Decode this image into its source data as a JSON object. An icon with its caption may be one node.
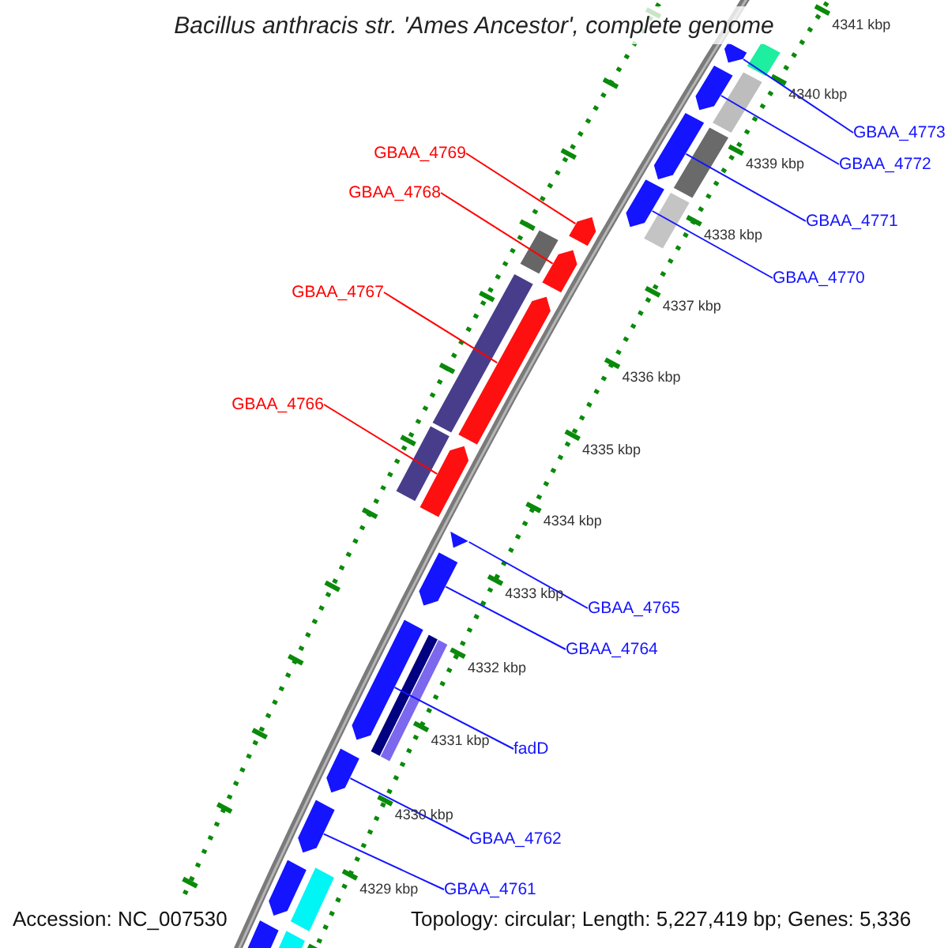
{
  "diagram": {
    "title": "Bacillus anthracis str. 'Ames Ancestor', complete genome",
    "nodes": [
      {
        "text": [
          "GBAA_4769"
        ]
      },
      {
        "text": [
          "GBAA_4768"
        ]
      },
      {
        "text": [
          "GBAA_4767"
        ]
      },
      {
        "text": [
          "GBAA_4766"
        ]
      },
      {
        "text": [
          "GBAA_4773"
        ]
      },
      {
        "text": [
          "GBAA_4772"
        ]
      },
      {
        "text": [
          "GBAA_4771"
        ]
      },
      {
        "text": [
          "GBAA_4770"
        ]
      },
      {
        "text": [
          "GBAA_4765"
        ]
      },
      {
        "text": [
          "GBAA_4764"
        ]
      },
      {
        "text": [
          "fadD"
        ]
      },
      {
        "text": [
          "GBAA_4762"
        ]
      },
      {
        "text": [
          "GBAA_4761"
        ]
      },
      {
        "text": [],
        "shape": "bar"
      },
      {
        "text": [],
        "shape": "bar"
      },
      {
        "text": [],
        "shape": "bar"
      },
      {
        "text": [],
        "shape": "bar"
      },
      {
        "text": [],
        "shape": "bar"
      },
      {
        "text": [],
        "shape": "bar"
      },
      {
        "text": [],
        "shape": "bar"
      },
      {
        "text": [],
        "shape": "bar"
      },
      {
        "text": [],
        "shape": "bar"
      },
      {
        "text": [],
        "shape": "bar"
      },
      {
        "text": [],
        "shape": "bar"
      },
      {
        "text": [],
        "shape": "bar"
      },
      {
        "text": [],
        "shape": "bar"
      },
      {
        "text": [],
        "shape": "bar"
      },
      {
        "text": [],
        "shape": "bar"
      },
      {
        "text": [],
        "shape": "bar"
      },
      {
        "text": [],
        "shape": "bar"
      },
      {
        "text": [],
        "shape": "bar"
      },
      {
        "text": [],
        "shape": "bar"
      },
      {
        "text": [],
        "shape": "bar"
      },
      {
        "text": [],
        "shape": "bar"
      },
      {
        "text": [],
        "shape": "bar"
      },
      {
        "text": [],
        "shape": "bar"
      },
      {
        "text": [],
        "shape": "bar"
      },
      {
        "text": [],
        "shape": "bar"
      },
      {
        "text": [],
        "shape": "bar"
      }
    ],
    "edges": [
      {
        "from": 0,
        "to": 17,
        "arrow": "none",
        "color": "#ff0000"
      },
      {
        "from": 1,
        "to": 18,
        "arrow": "none",
        "color": "#ff0000"
      },
      {
        "from": 2,
        "to": 19,
        "arrow": "none",
        "color": "#ff0000"
      },
      {
        "from": 3,
        "to": 20,
        "arrow": "none",
        "color": "#ff0000"
      },
      {
        "from": 4,
        "to": 13,
        "arrow": "none"
      },
      {
        "from": 5,
        "to": 14,
        "arrow": "none"
      },
      {
        "from": 6,
        "to": 15,
        "arrow": "none"
      },
      {
        "from": 7,
        "to": 16,
        "arrow": "none"
      },
      {
        "from": 8,
        "to": 21,
        "arrow": "none"
      },
      {
        "from": 9,
        "to": 22,
        "arrow": "none"
      },
      {
        "from": 10,
        "to": 23,
        "arrow": "none"
      },
      {
        "from": 11,
        "to": 24,
        "arrow": "none"
      },
      {
        "from": 12,
        "to": 25,
        "arrow": "none"
      }
    ],
    "labels": [
      "4341 kbp",
      "4340 kbp",
      "4339 kbp",
      "4338 kbp",
      "4337 kbp",
      "4336 kbp",
      "4335 kbp",
      "4334 kbp",
      "4333 kbp",
      "4332 kbp",
      "4331 kbp",
      "4330 kbp",
      "4329 kbp",
      "Accession: NC_007530",
      "Topology: circular; Length: 5,227,419 bp; Genes: 5,336"
    ]
  }
}
